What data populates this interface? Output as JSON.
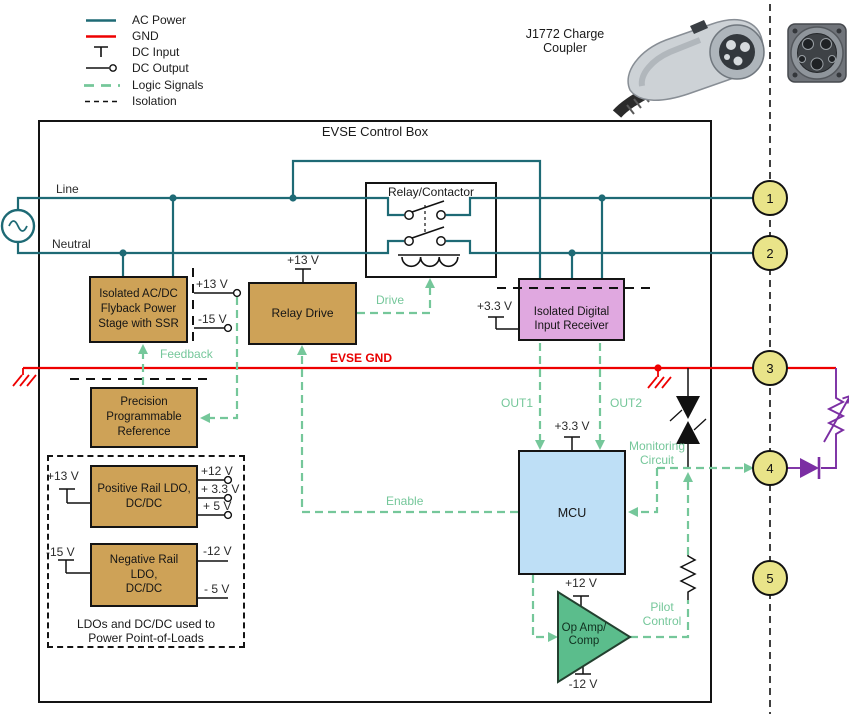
{
  "legend": {
    "items": [
      {
        "label": "AC Power"
      },
      {
        "label": "GND"
      },
      {
        "label": "DC Input"
      },
      {
        "label": "DC Output"
      },
      {
        "label": "Logic Signals"
      },
      {
        "label": "Isolation"
      }
    ]
  },
  "coupler": {
    "label_line1": "J1772 Charge",
    "label_line2": "Coupler"
  },
  "enclosure": {
    "title": "EVSE Control Box"
  },
  "wires": {
    "line": "Line",
    "neutral": "Neutral",
    "gnd": "EVSE GND"
  },
  "blocks": {
    "relay_contactor": {
      "title": "Relay/Contactor"
    },
    "flyback": {
      "line1": "Isolated AC/DC",
      "line2": "Flyback Power",
      "line3": "Stage with SSR",
      "out_pos": "+13 V",
      "out_neg": "-15 V"
    },
    "relay_drive": {
      "title": "Relay Drive",
      "supply": "+13 V"
    },
    "receiver": {
      "line1": "Isolated Digital",
      "line2": "Input Receiver",
      "supply": "+3.3 V"
    },
    "reference": {
      "line1": "Precision",
      "line2": "Programmable",
      "line3": "Reference"
    },
    "pos_ldo": {
      "line1": "Positive Rail LDO,",
      "line2": "DC/DC",
      "input": "+13 V",
      "out1": "+12 V",
      "out2": "+ 3.3 V",
      "out3": "+ 5 V"
    },
    "neg_ldo": {
      "line1": "Negative Rail",
      "line2": "LDO,",
      "line3": "DC/DC",
      "input": "-15 V",
      "out1": "-12 V",
      "out2": "- 5 V"
    },
    "ldo_group": {
      "caption1": "LDOs and DC/DC used to",
      "caption2": "Power Point-of-Loads"
    },
    "mcu": {
      "title": "MCU",
      "supply": "+3.3 V"
    },
    "opamp": {
      "line1": "Op Amp/",
      "line2": "Comp",
      "supply_pos": "+12 V",
      "supply_neg": "-12 V"
    }
  },
  "signals": {
    "drive": "Drive",
    "feedback": "Feedback",
    "enable": "Enable",
    "out1": "OUT1",
    "out2": "OUT2",
    "monitoring1": "Monitoring",
    "monitoring2": "Circuit",
    "pilot1": "Pilot",
    "pilot2": "Control"
  },
  "pins": {
    "p1": "1",
    "p2": "2",
    "p3": "3",
    "p4": "4",
    "p5": "5"
  },
  "colors": {
    "ac_power": "#1E6A75",
    "gnd": "#EE0000",
    "logic": "#75C79A",
    "block_tan": "#CEA257",
    "receiver_pink": "#E0A8E0",
    "mcu_blue": "#BEDFF6",
    "opamp_green": "#5BBD8C",
    "pin_yellow": "#E9E489",
    "vehicle_purple": "#7B2EA3"
  }
}
